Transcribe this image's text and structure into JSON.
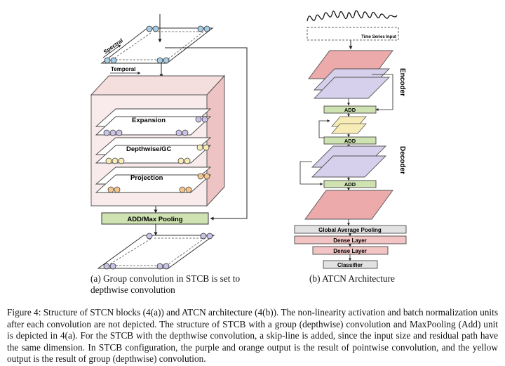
{
  "left": {
    "spectral": "Spectral",
    "temporal": "Temporal",
    "expansion": "Expansion",
    "depthwise": "Depthwise/GC",
    "projection": "Projection",
    "add_pool": "ADD/Max Pooling",
    "caption": "(a) Group convolution in STCB is set to depthwise convolution"
  },
  "right": {
    "input": "Time Series Input",
    "encoder": "Encoder",
    "decoder": "Decoder",
    "add1": "ADD",
    "add2": "ADD",
    "add3": "ADD",
    "gap": "Global Average Pooling",
    "dense1": "Dense Layer",
    "dense2": "Dense Layer",
    "classifier": "Classifier",
    "caption": "(b) ATCN Architecture"
  },
  "caption": "Figure 4: Structure of STCN blocks (4(a)) and ATCN architecture (4(b)). The non-linearity activation and batch normalization units after each convolution are not depicted. The structure of STCB with a group (depthwise) convolution and MaxPooling (Add) unit is depicted in 4(a). For the STCB with the depthwise convolution, a skip-line is added, since the input size and residual path have the same dimension. In STCB configuration, the purple and orange output is the result of pointwise convolution, and the yellow output is the result of group (depthwise) convolution.",
  "colors": {
    "box_pink": "#f3c9c9",
    "layer_red": "#ecaaaa",
    "layer_purple": "#d6d0ec",
    "layer_yellow": "#f8ecb6",
    "add_green": "#cfe3b2",
    "grey_box": "#e2e2e2",
    "dense_pink": "#f2c4c4",
    "circle_blue": "#a6cce6",
    "circle_orange": "#f5c58e",
    "circle_purple": "#c9c3e6"
  }
}
